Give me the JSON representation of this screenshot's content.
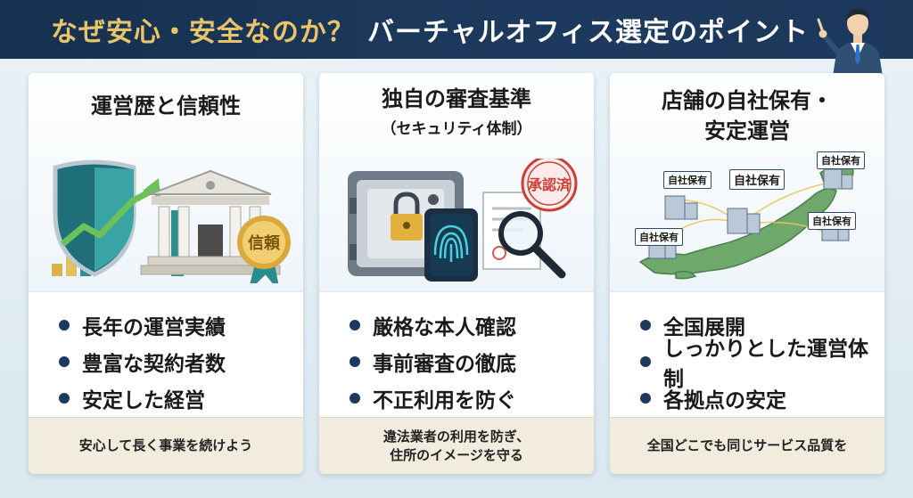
{
  "header": {
    "title_part1": "なぜ安心・安全なのか？",
    "title_part2": "バーチャルオフィス選定のポイント"
  },
  "colors": {
    "header_bg": "#1d3a5e",
    "title_accent": "#e8c46a",
    "bullet": "#1d3a5e",
    "footer_bg": "#f1ecdd",
    "map_green": "#6fa86b"
  },
  "cards": [
    {
      "title": "運営歴と信頼性",
      "illustration": [
        "shield-icon",
        "bank-building-icon",
        "growth-chart-icon",
        "medal-icon"
      ],
      "medal_text": "信頼",
      "bullets": [
        "長年の運営実績",
        "豊富な契約者数",
        "安定した経営"
      ],
      "footer": "安心して長く事業を続けよう"
    },
    {
      "title": "独自の審査基準",
      "subtitle": "（セキュリティ体制）",
      "illustration": [
        "safe-icon",
        "padlock-icon",
        "fingerprint-icon",
        "document-icon",
        "magnifier-icon",
        "stamp-icon"
      ],
      "stamp_text": "承認済",
      "bullets": [
        "厳格な本人確認",
        "事前審査の徹底",
        "不正利用を防ぐ"
      ],
      "footer_line1": "違法業者の利用を防ぎ、",
      "footer_line2": "住所のイメージを守る"
    },
    {
      "title_line1": "店舗の自社保有・",
      "title_line2": "安定運営",
      "illustration": [
        "japan-map-icon",
        "office-building-icon"
      ],
      "location_label": "自社保有",
      "bullets": [
        "全国展開",
        "しっかりとした運営体制",
        "各拠点の安定"
      ],
      "footer": "全国どこでも同じサービス品質を"
    }
  ]
}
